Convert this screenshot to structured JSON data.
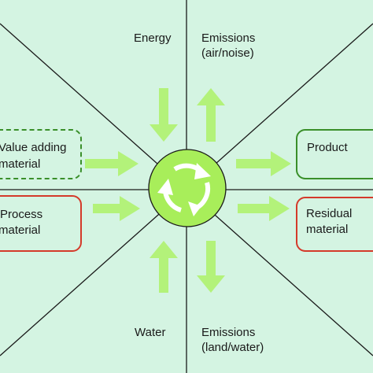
{
  "labels": {
    "energy": "Energy",
    "emissions_air_1": "Emissions",
    "emissions_air_2": "(air/noise)",
    "value_adding_1": "Value adding",
    "value_adding_2": "material",
    "product": "Product",
    "process_1": "Process",
    "process_2": "material",
    "residual_1": "Residual",
    "residual_2": "material",
    "water": "Water",
    "emissions_land_1": "Emissions",
    "emissions_land_2": "(land/water)"
  },
  "colors": {
    "background": "#d4f4e2",
    "lines": "#1a1a1a",
    "arrows": "#b3f27a",
    "circle": "#a8ee5a",
    "dashed_box": "#3a8f2a",
    "product_box": "#3a8f2a",
    "red_boxes": "#d43a2a"
  },
  "icons": {
    "center": "recycle-cycle-icon"
  }
}
